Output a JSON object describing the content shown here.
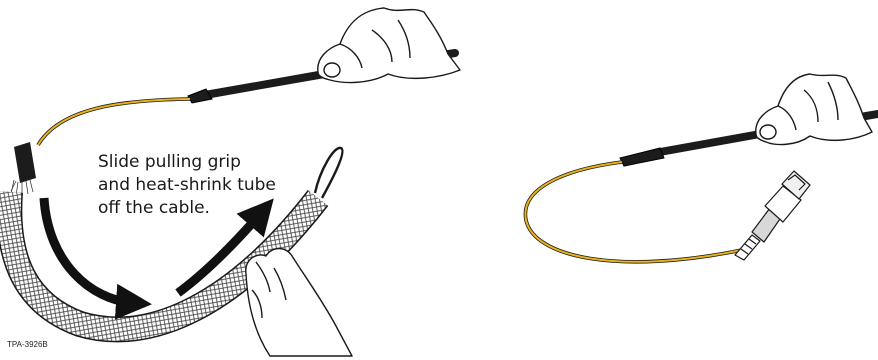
{
  "caption": {
    "line1": "Slide pulling grip",
    "line2": "and heat-shrink tube",
    "line3": "off the cable."
  },
  "figure_id": "TPA-3926B",
  "colors": {
    "fiber": "#e8b21c",
    "cable": "#1c1c1c",
    "mesh": "#8a8a8a",
    "arrow": "#111111",
    "ink": "#1a1a1a"
  },
  "icons": {
    "left_hand": "hand-holding-cable-icon",
    "lower_hand": "hand-holding-grip-icon",
    "right_hand": "hand-holding-cable-icon",
    "connector": "fiber-connector-icon"
  }
}
